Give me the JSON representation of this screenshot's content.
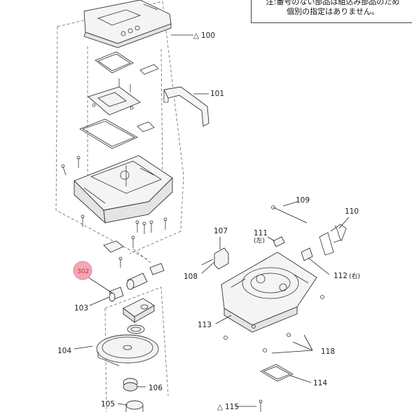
{
  "note": {
    "line1": "注:番号のない部品は組込み部品のため",
    "line2": "個別の指定はありません。"
  },
  "callouts": {
    "c100": "100",
    "c101": "101",
    "c103": "103",
    "c104": "104",
    "c105": "105",
    "c106": "106",
    "c107": "107",
    "c108": "108",
    "c109": "109",
    "c110": "110",
    "c111": "111",
    "c111_sub": "(左)",
    "c112": "112",
    "c112_sub": "(右)",
    "c113": "113",
    "c114": "114",
    "c115": "115",
    "c118": "118",
    "c302": "302"
  },
  "symbols": {
    "warning_icon": "△"
  },
  "colors": {
    "badge_fill": "#f2a7b6",
    "badge_text": "#c0392b",
    "line": "#333333"
  }
}
